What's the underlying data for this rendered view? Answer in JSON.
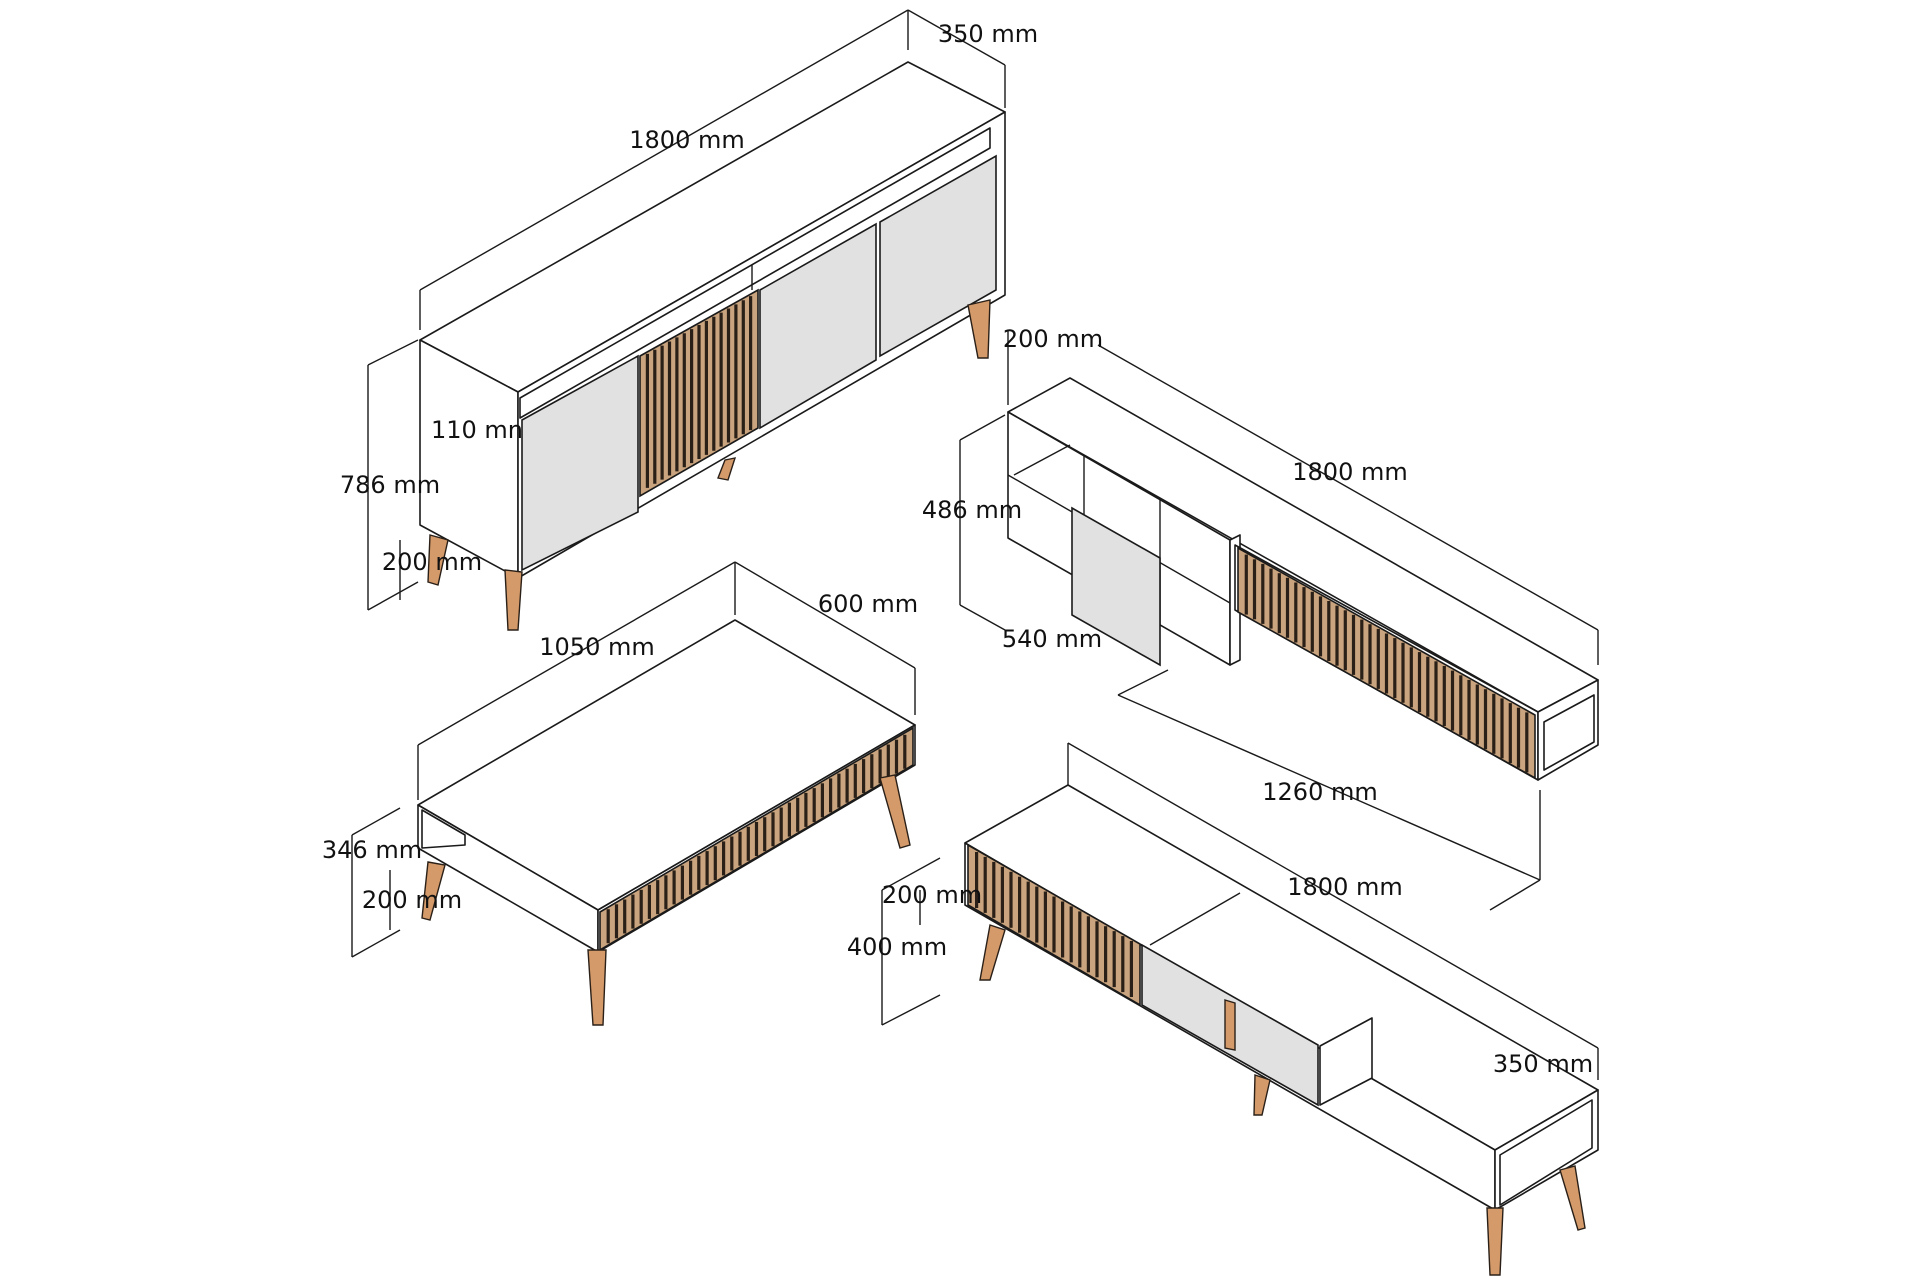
{
  "colors": {
    "outline": "#1a1a1a",
    "door_fill": "#e1e1e1",
    "wood_leg": "#d49a6a",
    "slat_light": "#c9a47e",
    "slat_dark": "#2a2018",
    "background": "#ffffff"
  },
  "sideboard": {
    "width": "1800 mm",
    "depth": "350 mm",
    "height": "786 mm",
    "leg_height": "200 mm",
    "shelf_gap": "110 mn"
  },
  "wall_shelf": {
    "depth": "200 mm",
    "length": "1800 mm",
    "height": "486 mm",
    "cube_width": "540 mm",
    "cabinet_length": "1260 mm"
  },
  "coffee_table": {
    "length": "1050 mm",
    "width": "600 mm",
    "height": "346 mm",
    "leg_height": "200 mm"
  },
  "tv_stand": {
    "length": "1800 mm",
    "depth": "350 mm",
    "height": "400 mm",
    "leg_height": "200 mm"
  }
}
